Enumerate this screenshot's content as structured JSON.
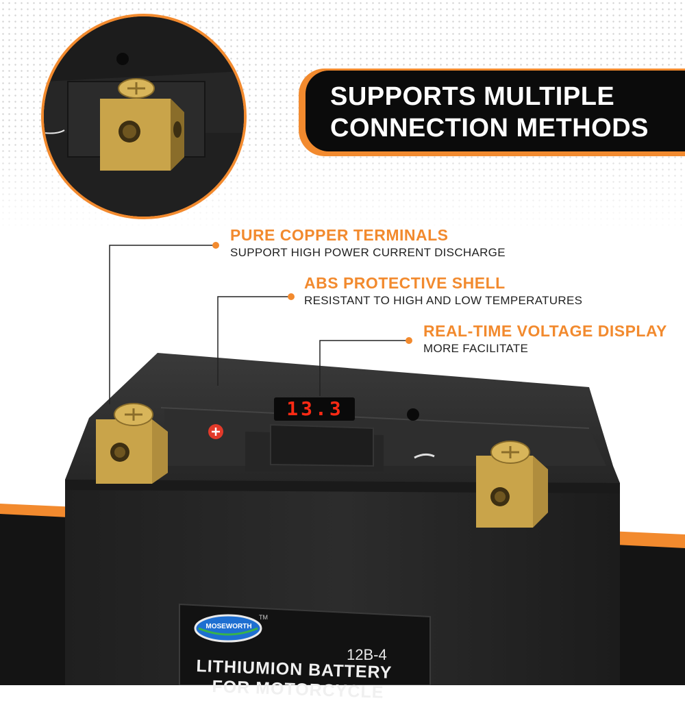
{
  "banner": {
    "line1": "SUPPORTS MULTIPLE",
    "line2": "CONNECTION METHODS"
  },
  "callouts": [
    {
      "title": "PURE COPPER TERMINALS",
      "subtitle": "SUPPORT HIGH POWER CURRENT DISCHARGE"
    },
    {
      "title": "ABS PROTECTIVE SHELL",
      "subtitle": "RESISTANT TO HIGH AND LOW TEMPERATURES"
    },
    {
      "title": "REAL-TIME VOLTAGE DISPLAY",
      "subtitle": "MORE FACILITATE"
    }
  ],
  "battery": {
    "display_value": "13.3",
    "brand": "MOSEWORTH",
    "trademark": "TM",
    "model": "12B-4",
    "label_line1": "LITHIUMION BATTERY",
    "label_line2": "FOR MOTORCYCLE"
  },
  "colors": {
    "accent": "#f28a2e",
    "dark": "#141414",
    "display": "#ff2a14",
    "brass": "#c9a44a"
  }
}
